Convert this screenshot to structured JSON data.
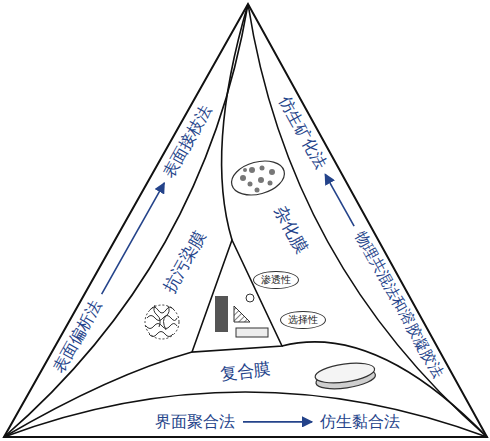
{
  "diagram": {
    "nodes": [
      {
        "text": [
          "表面接枝法"
        ]
      },
      {
        "text": [
          "表面偏析法"
        ]
      },
      {
        "text": [
          "仿生矿化法"
        ]
      },
      {
        "text": [
          "物理共混法和溶胶凝胶法"
        ]
      },
      {
        "text": [
          "抗污染膜"
        ]
      },
      {
        "text": [
          "杂化膜"
        ]
      },
      {
        "text": [
          "渗透性"
        ]
      },
      {
        "text": [
          "选择性"
        ]
      },
      {
        "text": [
          "复合膜"
        ]
      },
      {
        "text": [
          "界面聚合法"
        ]
      },
      {
        "text": [
          "仿生黏合法"
        ]
      }
    ],
    "edges": [
      {
        "from": 1,
        "to": 0,
        "arrow": "to"
      },
      {
        "from": 3,
        "to": 2,
        "arrow": "to"
      },
      {
        "from": 9,
        "to": 10,
        "arrow": "to"
      }
    ]
  }
}
